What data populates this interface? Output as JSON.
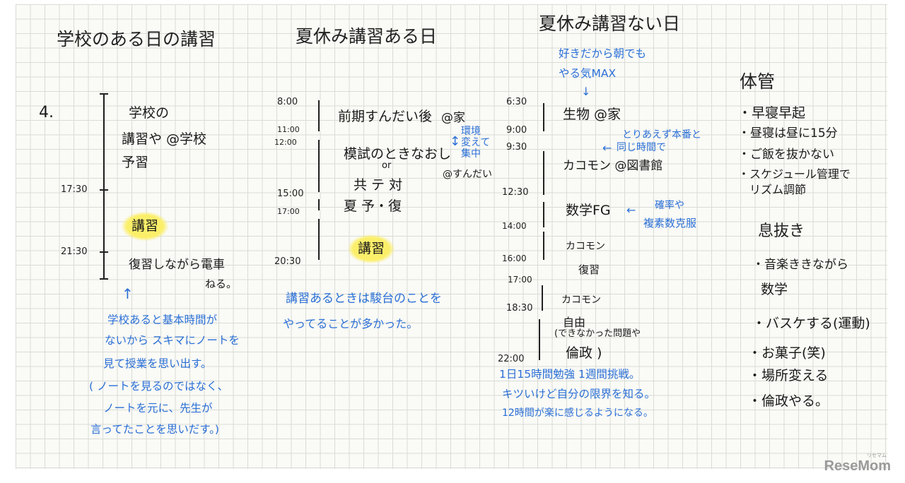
{
  "columns": {
    "school": {
      "title": "学校のある日の講習",
      "number": "4.",
      "times": [
        "17:30",
        "21:30"
      ],
      "block1": [
        "学校の",
        "講習や @学校",
        "予習"
      ],
      "highlight": "講習",
      "block2": [
        "復習しながら電車",
        "ねる。"
      ],
      "note": [
        "学校あると基本時間が",
        "ないから スキマにノートを",
        "見て授業を思い出す。",
        "( ノートを見るのではなく、",
        "ノートを元に、先生が",
        "言ってたことを思いだす。)"
      ]
    },
    "summer_with": {
      "title": "夏休み講習ある日",
      "times": [
        "8:00",
        "11:00",
        "12:00",
        "15:00",
        "17:00",
        "20:30"
      ],
      "row1": "前期すんだい後",
      "row1_place": "@家",
      "row2": "模試のときなおし",
      "row2_or": "or",
      "row3": "共 テ 対",
      "row3_place": "@すんだい",
      "row4": "夏 予・復",
      "side_note": [
        "環境",
        "変えて",
        "集中"
      ],
      "highlight": "講習",
      "note": [
        "講習あるときは駿台のことを",
        "やってることが多かった。"
      ]
    },
    "summer_without": {
      "title": "夏休み講習ない日",
      "top_note": [
        "好きだから朝でも",
        "やる気MAX"
      ],
      "times": [
        "6:30",
        "9:00",
        "9:30",
        "12:30",
        "14:00",
        "16:00",
        "17:00",
        "18:30",
        "22:00"
      ],
      "rows": [
        "生物 @家",
        "カコモン @図書館",
        "数学FG",
        "カコモン",
        "復習",
        "カコモン",
        "自由",
        "(できなかった問題や",
        "倫政 )"
      ],
      "arrow_note1": [
        "とりあえず本番と",
        "同じ時間で"
      ],
      "arrow_note2": [
        "確率や",
        "複素数克服"
      ],
      "note": [
        "1日15時間勉強 1週間挑戦。",
        "キツいけど自分の限界を知る。",
        "12時間が楽に感じるようになる。"
      ]
    },
    "health": {
      "title": "体管",
      "items": [
        "・早寝早起",
        "・昼寝は昼に15分",
        "・ご飯を抜かない",
        "・スケジュール管理で",
        "リズム調節"
      ],
      "title2": "息抜き",
      "items2": [
        "・音楽ききながら",
        "数学",
        "・バスケする(運動)",
        "・お菓子(笑)",
        "・場所変える",
        "・倫政やる。"
      ]
    }
  },
  "watermark": {
    "logo": "ReseMom",
    "sub": "リセマム"
  },
  "colors": {
    "ink": "#1a1a1a",
    "blue": "#2a6fd6",
    "highlight": "#fbef6a",
    "grid": "#d9dcd6"
  }
}
